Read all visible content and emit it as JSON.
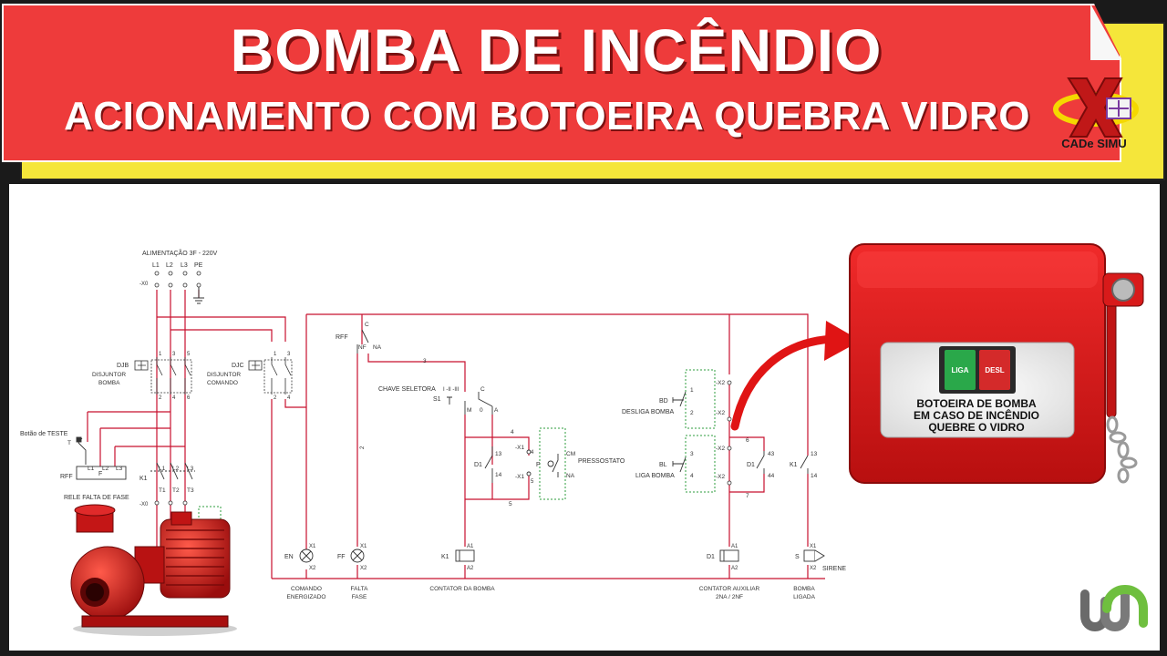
{
  "banner": {
    "title": "BOMBA DE INCÊNDIO",
    "subtitle": "ACIONAMENTO COM BOTOEIRA QUEBRA VIDRO",
    "logo_text": "CADe SIMU",
    "color": "#ee3b3b",
    "accent": "#f5e63a"
  },
  "diagram": {
    "supply_title": "ALIMENTAÇÃO 3F - 220V",
    "supply_terminals": [
      "L1",
      "L2",
      "L3",
      "PE"
    ],
    "supply_block": "-X0",
    "breaker_pump_tag": "DJB",
    "breaker_pump_label1": "DISJUNTOR",
    "breaker_pump_label2": "BOMBA",
    "breaker_pump_top_pins": [
      "1",
      "3",
      "5"
    ],
    "breaker_pump_bottom_pins": [
      "2",
      "4",
      "6"
    ],
    "breaker_cmd_tag": "DJC",
    "breaker_cmd_label1": "DISJUNTOR",
    "breaker_cmd_label2": "COMANDO",
    "breaker_cmd_top_pins": [
      "1",
      "3"
    ],
    "breaker_cmd_bottom_pins": [
      "2",
      "4"
    ],
    "test_button": "Botão de TESTE",
    "test_tag": "T",
    "rff_tag": "RFF",
    "rff_phases": [
      "L1",
      "L2",
      "L3"
    ],
    "rff_box": "F",
    "rff_label": "RELE FALTA DE FASE",
    "contactor_tag": "K1",
    "k1_phases_top": [
      "L1",
      "L2",
      "L3"
    ],
    "k1_phases_bottom": [
      "T1",
      "T2",
      "T3"
    ],
    "motor_block": "-X0",
    "rff_contact_tag": "RFF",
    "rff_contact_c": "C",
    "rff_contact_nf": "NF",
    "rff_contact_na": "NA",
    "wire_2": "2",
    "wire_3": "3",
    "wire_4": "4",
    "wire_5": "5",
    "wire_6": "6",
    "wire_7": "7",
    "selector_label": "CHAVE SELETORA",
    "selector_positions": "I -II -III",
    "selector_tag": "S1",
    "selector_c": "C",
    "selector_m": "M",
    "selector_0": "0",
    "selector_a": "A",
    "d1_tag": "D1",
    "pin_13": "13",
    "pin_14": "14",
    "x1": "-X1",
    "pressostato_tag": "P",
    "pressostato_cm": "CM",
    "pressostato_na": "NA",
    "pressostato_label": "PRESSOSTATO",
    "p_pin_4": "4",
    "p_pin_5": "5",
    "x2": "-X2",
    "bd_tag": "BD",
    "bd_label": "DESLIGA BOMBA",
    "bd_pin_1": "1",
    "bd_pin_2": "2",
    "bl_tag": "BL",
    "bl_label": "LIGA BOMBA",
    "bl_pin_3": "3",
    "bl_pin_4": "4",
    "d1_pin_43": "43",
    "d1_pin_44": "44",
    "k1_pin_13": "13",
    "k1_pin_14": "14",
    "lamp_en_tag": "EN",
    "lamp_ff_tag": "FF",
    "coil_k1_tag": "K1",
    "coil_d1_tag": "D1",
    "siren_tag": "S",
    "siren_label": "SIRENE",
    "pin_x1": "X1",
    "pin_x2": "X2",
    "pin_a1": "A1",
    "pin_a2": "A2",
    "caption_en_1": "COMANDO",
    "caption_en_2": "ENERGIZADO",
    "caption_ff_1": "FALTA",
    "caption_ff_2": "FASE",
    "caption_k1": "CONTATOR DA BOMBA",
    "caption_d1_1": "CONTATOR AUXILIAR",
    "caption_d1_2": "2NA / 2NF",
    "caption_bomba_1": "BOMBA",
    "caption_bomba_2": "LIGADA"
  },
  "station": {
    "btn_on": "LIGA",
    "btn_off": "DESL",
    "text1": "BOTOEIRA DE BOMBA",
    "text2": "EM CASO DE INCÊNDIO",
    "text3": "QUEBRE O VIDRO"
  },
  "colors": {
    "wire": "#c8102e",
    "symbol": "#333333",
    "dashed": "#2e9e3e",
    "pump": "#d01c1c",
    "btn_green": "#2aa84a",
    "btn_red": "#d42a2a"
  }
}
